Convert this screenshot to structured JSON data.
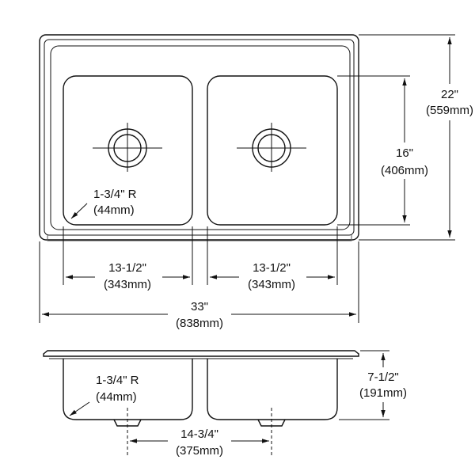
{
  "dimensions": {
    "overall_depth": {
      "imperial": "22\"",
      "metric": "(559mm)"
    },
    "bowl_depth": {
      "imperial": "16\"",
      "metric": "(406mm)"
    },
    "corner_radius_top": {
      "imperial": "1-3/4\" R",
      "metric": "(44mm)"
    },
    "left_bowl_width": {
      "imperial": "13-1/2\"",
      "metric": "(343mm)"
    },
    "right_bowl_width": {
      "imperial": "13-1/2\"",
      "metric": "(343mm)"
    },
    "overall_width": {
      "imperial": "33\"",
      "metric": "(838mm)"
    },
    "corner_radius_side": {
      "imperial": "1-3/4\" R",
      "metric": "(44mm)"
    },
    "bowl_height": {
      "imperial": "7-1/2\"",
      "metric": "(191mm)"
    },
    "drain_spacing": {
      "imperial": "14-3/4\"",
      "metric": "(375mm)"
    }
  },
  "colors": {
    "line": "#111111",
    "background": "#ffffff"
  }
}
